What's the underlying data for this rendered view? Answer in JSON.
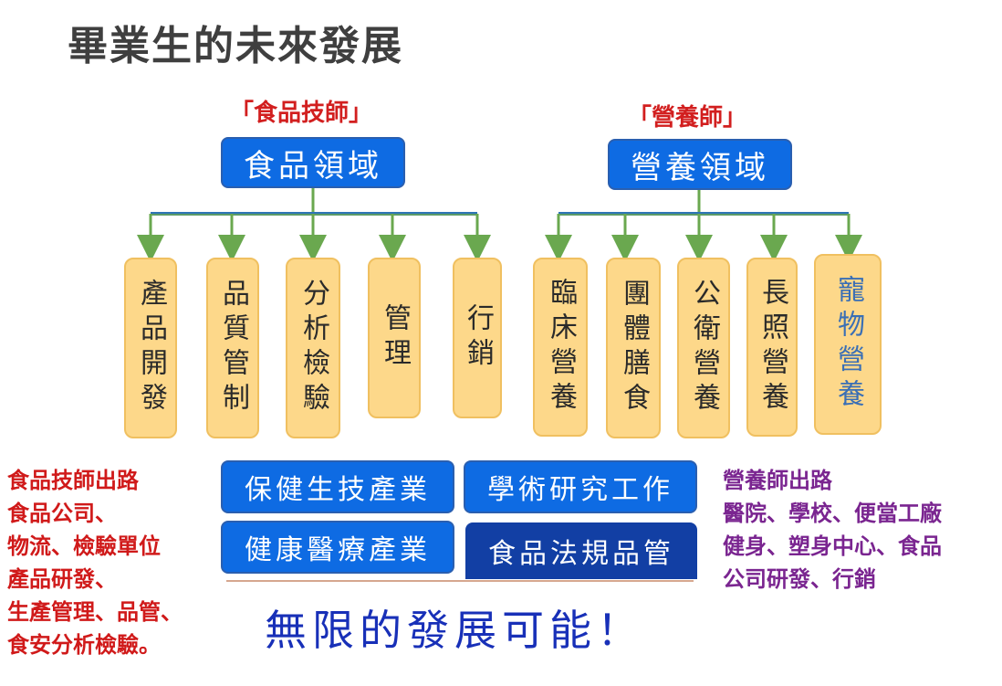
{
  "title": "畢業生的未來發展",
  "food": {
    "role_label": "「食品技師」",
    "domain_label": "食品領域",
    "careers": [
      "產品開發",
      "品質管制",
      "分析檢驗",
      "管理",
      "行銷"
    ],
    "outlet_lines": [
      "食品技師出路",
      "食品公司、",
      "物流、檢驗單位",
      "產品研發、",
      "生產管理、品管、",
      "食安分析檢驗。"
    ]
  },
  "nutrition": {
    "role_label": "「營養師」",
    "domain_label": "營養領域",
    "careers": [
      "臨床營養",
      "團體膳食",
      "公衛營養",
      "長照營養",
      "寵物營養"
    ],
    "outlet_lines": [
      "營養師出路",
      "醫院、學校、便當工廠",
      "健身、塑身中心、食品",
      "公司研發、行銷"
    ]
  },
  "industries": [
    "保健生技產業",
    "學術研究工作",
    "健康醫療產業",
    "食品法規品管"
  ],
  "slogan": "無限的發展可能！",
  "colors": {
    "domain_box": "#0e6be3",
    "career_box": "#fdd88a",
    "connector_line": "#6aa84f",
    "bracket_line": "#2e75b6",
    "food_role_text": "#d21f1f",
    "food_outlet_text": "#d01a1a",
    "nutrition_outlet_text": "#7a2590",
    "slogan_text": "#1830b8",
    "pet_nutrition_text": "#3a6fb5"
  }
}
